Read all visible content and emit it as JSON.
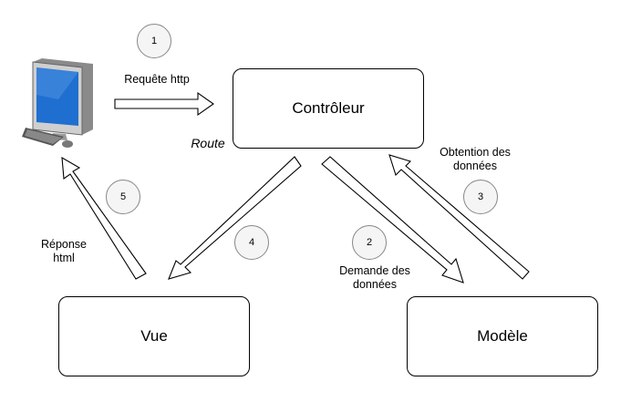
{
  "nodes": {
    "controller": "Contrôleur",
    "view": "Vue",
    "model": "Modèle"
  },
  "labels": {
    "http_request": "Requête http",
    "route": "Route",
    "get_data": "Obtention des\ndonnées",
    "request_data": "Demande des\ndonnées",
    "html_response": "Réponse\nhtml"
  },
  "steps": [
    "1",
    "2",
    "3",
    "4",
    "5"
  ],
  "icons": {
    "client": "computer-icon"
  },
  "colors": {
    "arrow_fill": "#ffffff",
    "arrow_stroke": "#000000",
    "step_fill": "#f5f5f5"
  }
}
